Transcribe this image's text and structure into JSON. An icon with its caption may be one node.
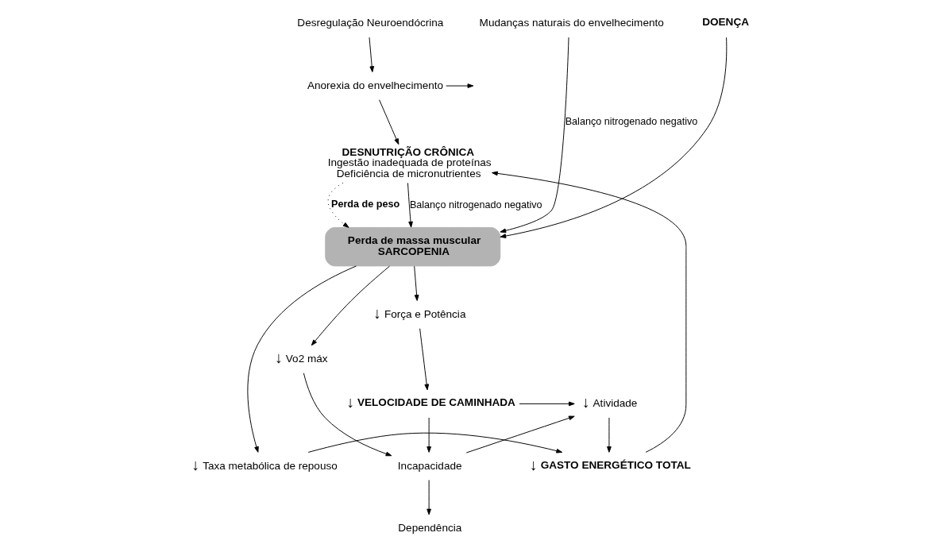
{
  "diagram": {
    "nodes": [
      {
        "text": [
          "Desregulação Neuroendócrina"
        ]
      },
      {
        "text": [
          "Anorexia do envelhecimento"
        ]
      },
      {
        "text": [
          "DESNUTRIÇÃO CRÔNICA",
          "Ingestão inadequada de proteínas",
          "Deficiência de micronutrientes"
        ]
      },
      {
        "text": [
          "Mudanças naturais do envelhecimento"
        ]
      },
      {
        "text": [
          "DOENÇA"
        ]
      },
      {
        "text": [
          "Perda de massa muscular",
          "SARCOPENIA"
        ]
      },
      {
        "text": [
          "GASTO ENERGÉTICO TOTAL"
        ],
        "beside": [
          "↓"
        ]
      },
      {
        "text": [
          "Taxa metabólica de repouso"
        ],
        "beside": [
          "↓"
        ]
      },
      {
        "text": [
          "Força e Potência"
        ],
        "beside": [
          "↓"
        ]
      },
      {
        "text": [
          "Vo2 máx"
        ],
        "beside": [
          "↓"
        ]
      },
      {
        "text": [
          "Atividade"
        ],
        "beside": [
          "↓"
        ]
      },
      {
        "text": [
          "VELOCIDADE DE CAMINHADA"
        ],
        "beside": [
          "↓"
        ]
      },
      {
        "text": [
          "Incapacidade"
        ]
      },
      {
        "text": [
          "Dependência"
        ]
      }
    ],
    "edges": [
      {
        "from": 0,
        "to": 1,
        "arrow": "to"
      },
      {
        "from": 1,
        "to": null,
        "arrow": "to"
      },
      {
        "from": 1,
        "to": 2,
        "arrow": "to"
      },
      {
        "from": 6,
        "to": 2,
        "arrow": "to"
      },
      {
        "from": 2,
        "to": 5,
        "arrow": "to",
        "label": "Balanço nitrogenado negativo"
      },
      {
        "from": 3,
        "to": 5,
        "arrow": "to",
        "label": "Balanço nitrogenado negativo"
      },
      {
        "from": 4,
        "to": 5,
        "arrow": "to"
      },
      {
        "from": 2,
        "to": 5,
        "arrow": "to",
        "label": "Perda de peso",
        "style": "dashed"
      },
      {
        "from": 5,
        "to": 7,
        "arrow": "to"
      },
      {
        "from": 5,
        "to": 8,
        "arrow": "to"
      },
      {
        "from": 5,
        "to": 9,
        "arrow": "to"
      },
      {
        "from": 7,
        "to": 6,
        "arrow": "to"
      },
      {
        "from": 10,
        "to": 6,
        "arrow": "to"
      },
      {
        "from": 8,
        "to": 11,
        "arrow": "to"
      },
      {
        "from": 11,
        "to": 10,
        "arrow": "to"
      },
      {
        "from": 12,
        "to": 10,
        "arrow": "to"
      },
      {
        "from": 11,
        "to": 12,
        "arrow": "to"
      },
      {
        "from": 9,
        "to": 12,
        "arrow": "to"
      },
      {
        "from": 12,
        "to": 13,
        "arrow": "to"
      }
    ]
  }
}
